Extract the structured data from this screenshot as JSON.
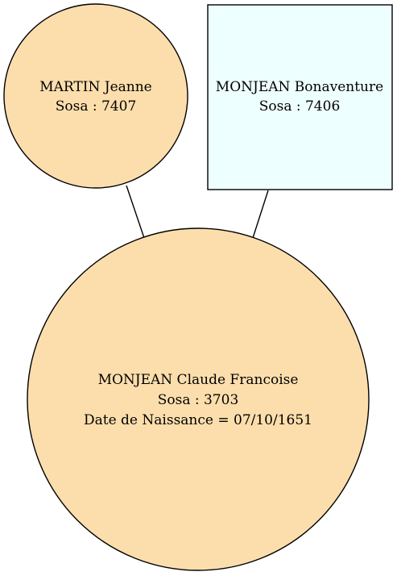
{
  "colors": {
    "female_fill": "#fcdeac",
    "male_fill": "#eeffff",
    "stroke": "#000000",
    "background": "#ffffff"
  },
  "nodes": {
    "mother": {
      "shape": "circle",
      "name": "MARTIN Jeanne",
      "sosa": "Sosa : 7407"
    },
    "father": {
      "shape": "box",
      "name": "MONJEAN Bonaventure",
      "sosa": "Sosa : 7406"
    },
    "child": {
      "shape": "circle",
      "name": "MONJEAN Claude Francoise",
      "sosa": "Sosa : 3703",
      "birth": "Date de Naissance = 07/10/1651"
    }
  },
  "edges": [
    {
      "from": "mother",
      "to": "child"
    },
    {
      "from": "father",
      "to": "child"
    }
  ]
}
